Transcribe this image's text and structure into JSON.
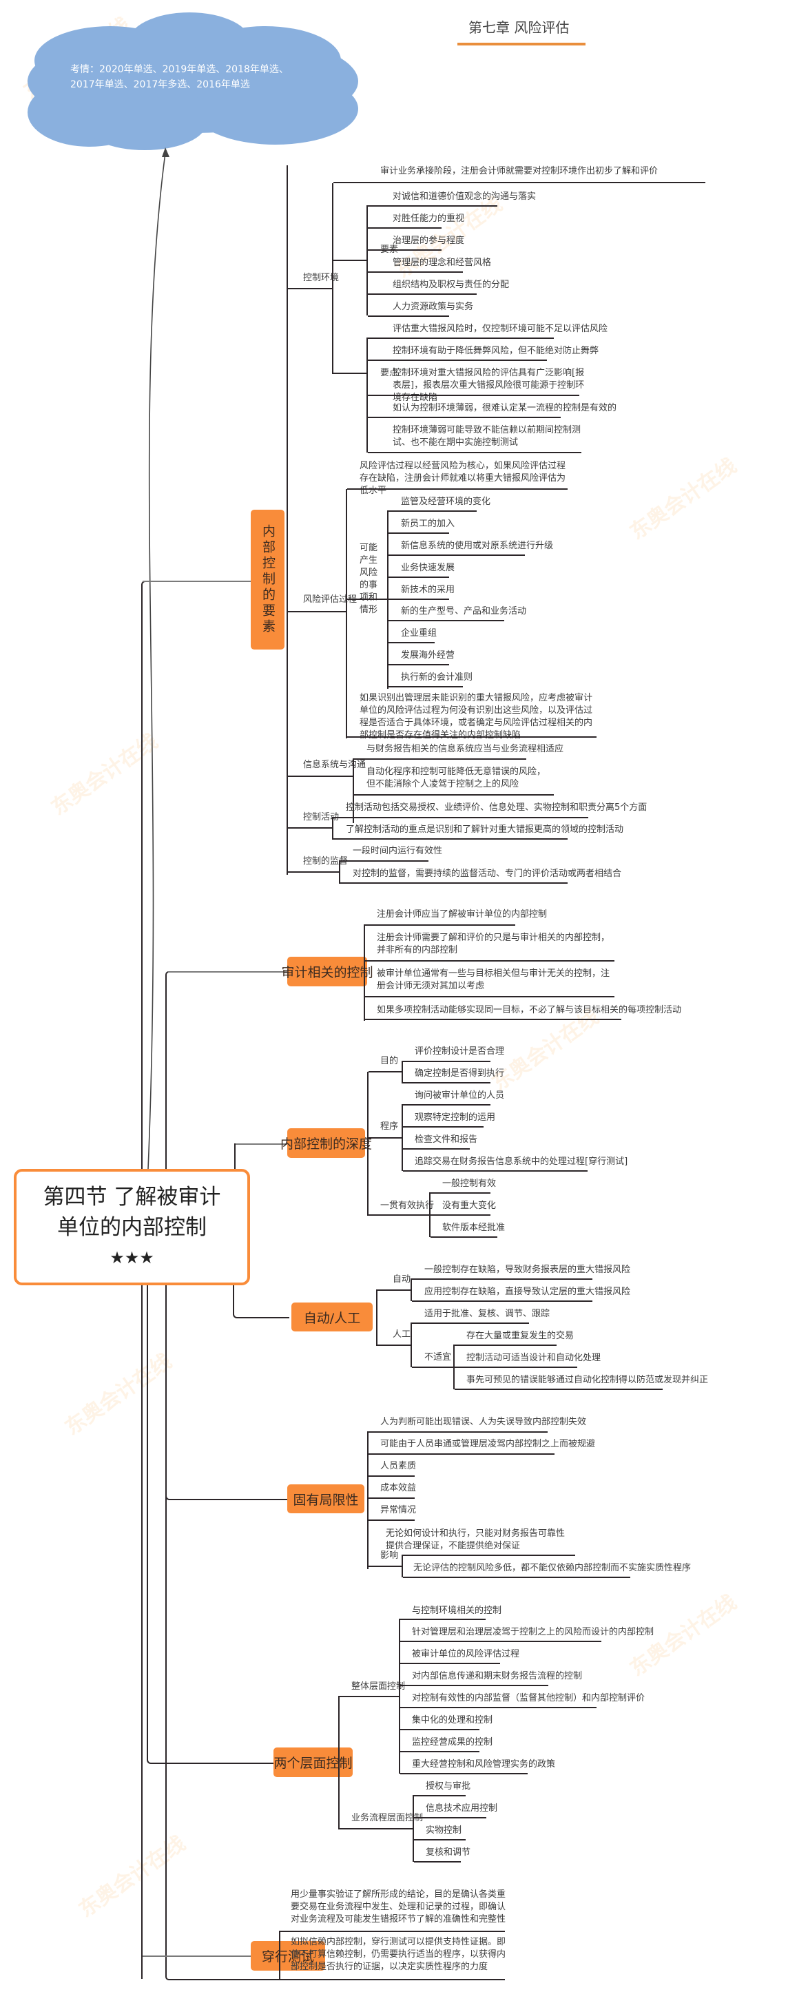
{
  "header": {
    "title": "第七章 风险评估"
  },
  "cloud": {
    "text_line1": "考情：2020年单选、2019年单选、2018年单选、",
    "text_line2": "2017年单选、2017年多选、2016年单选"
  },
  "central": {
    "line1": "第四节 了解被审计",
    "line2": "单位的内部控制",
    "rating": "★★★"
  },
  "colors": {
    "accent": "#f98c3a",
    "cloud": "#8ab0de",
    "line": "#2b2528"
  },
  "watermark": "东奥会计在线",
  "branches": {
    "elements": {
      "label": "内部控制的要素",
      "control_env": {
        "label": "控制环境",
        "intro": "审计业务承接阶段，注册会计师就需要对控制环境作出初步了解和评价",
        "factors_label": "要素",
        "factors": [
          "对诚信和道德价值观念的沟通与落实",
          "对胜任能力的重视",
          "治理层的参与程度",
          "管理层的理念和经营风格",
          "组织结构及职权与责任的分配",
          "人力资源政策与实务"
        ],
        "points_label": "要点",
        "points": [
          "评估重大错报风险时，仅控制环境可能不足以评估风险",
          "控制环境有助于降低舞弊风险，但不能绝对防止舞弊",
          "控制环境对重大错报风险的评估具有广泛影响[报表层]，报表层次重大错报风险很可能源于控制环境存在缺陷",
          "如认为控制环境薄弱，很难认定某一流程的控制是有效的",
          "控制环境薄弱可能导致不能信赖以前期间控制测试、也不能在期中实施控制测试"
        ]
      },
      "risk_assessment": {
        "label": "风险评估过程",
        "intro": "风险评估过程以经营风险为核心，如果风险评估过程存在缺陷，注册会计师就难以将重大错报风险评估为低水平",
        "events_label": "可能产生风险的事项和情形",
        "events": [
          "监管及经营环境的变化",
          "新员工的加入",
          "新信息系统的使用或对原系统进行升级",
          "业务快速发展",
          "新技术的采用",
          "新的生产型号、产品和业务活动",
          "企业重组",
          "发展海外经营",
          "执行新的会计准则"
        ],
        "conclusion": "如果识别出管理层未能识别的重大错报风险，应考虑被审计单位的风险评估过程为何没有识别出这些风险，以及评估过程是否适合于具体环境，或者确定与风险评估过程相关的内部控制是否存在值得关注的内部控制缺陷"
      },
      "info_system": {
        "label": "信息系统与沟通",
        "items": [
          "与财务报告相关的信息系统应当与业务流程相适应",
          "自动化程序和控制可能降低无意错误的风险，但不能消除个人凌驾于控制之上的风险"
        ]
      },
      "control_activities": {
        "label": "控制活动",
        "items": [
          "控制活动包括交易授权、业绩评价、信息处理、实物控制和职责分离5个方面",
          "了解控制活动的重点是识别和了解针对重大错报更高的领域的控制活动"
        ]
      },
      "monitoring": {
        "label": "控制的监督",
        "items": [
          "一段时间内运行有效性",
          "对控制的监督，需要持续的监督活动、专门的评价活动或两者相结合"
        ]
      }
    },
    "audit_relevant": {
      "label": "审计相关的控制",
      "items": [
        "注册会计师应当了解被审计单位的内部控制",
        "注册会计师需要了解和评价的只是与审计相关的内部控制，并非所有的内部控制",
        "被审计单位通常有一些与目标相关但与审计无关的控制，注册会计师无须对其加以考虑",
        "如果多项控制活动能够实现同一目标，不必了解与该目标相关的每项控制活动"
      ]
    },
    "depth": {
      "label": "内部控制的深度",
      "purpose_label": "目的",
      "purpose": [
        "评价控制设计是否合理",
        "确定控制是否得到执行"
      ],
      "procedures_label": "程序",
      "procedures": [
        "询问被审计单位的人员",
        "观察特定控制的运用",
        "检查文件和报告",
        "追踪交易在财务报告信息系统中的处理过程[穿行测试]"
      ],
      "consistent_label": "一贯有效执行",
      "consistent": [
        "一般控制有效",
        "没有重大变化",
        "软件版本经批准"
      ]
    },
    "auto_manual": {
      "label": "自动/人工",
      "auto_label": "自动",
      "auto": [
        "一般控制存在缺陷，导致财务报表层的重大错报风险",
        "应用控制存在缺陷，直接导致认定层的重大错报风险"
      ],
      "manual_label": "人工",
      "manual_applicable": "适用于批准、复核、调节、跟踪",
      "manual_unsuitable_label": "不适宜",
      "manual_unsuitable": [
        "存在大量或重复发生的交易",
        "控制活动可适当设计和自动化处理",
        "事先可预见的错误能够通过自动化控制得以防范或发现并纠正"
      ]
    },
    "limitations": {
      "label": "固有局限性",
      "items": [
        "人为判断可能出现错误、人为失误导致内部控制失效",
        "可能由于人员串通或管理层凌驾内部控制之上而被规避",
        "人员素质",
        "成本效益",
        "异常情况"
      ],
      "impact_label": "影响",
      "impact": [
        "无论如何设计和执行，只能对财务报告可靠性提供合理保证，不能提供绝对保证",
        "无论评估的控制风险多低，都不能仅依赖内部控制而不实施实质性程序"
      ]
    },
    "two_levels": {
      "label": "两个层面控制",
      "entity_label": "整体层面控制",
      "entity": [
        "与控制环境相关的控制",
        "针对管理层和治理层凌驾于控制之上的风险而设计的内部控制",
        "被审计单位的风险评估过程",
        "对内部信息传递和期末财务报告流程的控制",
        "对控制有效性的内部监督（监督其他控制）和内部控制评价",
        "集中化的处理和控制",
        "监控经营成果的控制",
        "重大经营控制和风险管理实务的政策"
      ],
      "process_label": "业务流程层面控制",
      "process": [
        "授权与审批",
        "信息技术应用控制",
        "实物控制",
        "复核和调节"
      ]
    },
    "walkthrough": {
      "label": "穿行测试",
      "items": [
        "用少量事实验证了解所形成的结论，目的是确认各类重要交易在业务流程中发生、处理和记录的过程，即确认对业务流程及可能发生错报环节了解的准确性和完整性",
        "如拟信赖内部控制，穿行测试可以提供支持性证据。即使不打算信赖控制，仍需要执行适当的程序，以获得内部控制是否执行的证据，以决定实质性程序的力度"
      ]
    }
  }
}
